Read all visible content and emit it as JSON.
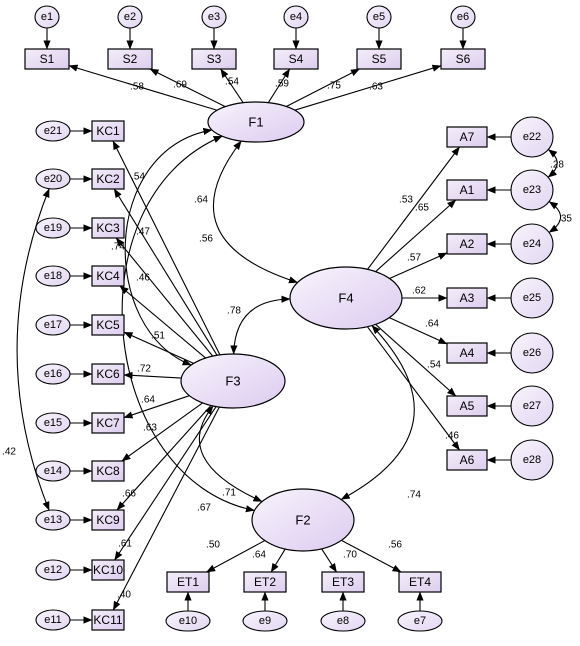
{
  "observed": [
    {
      "id": "S1",
      "label": "S1"
    },
    {
      "id": "S2",
      "label": "S2"
    },
    {
      "id": "S3",
      "label": "S3"
    },
    {
      "id": "S4",
      "label": "S4"
    },
    {
      "id": "S5",
      "label": "S5"
    },
    {
      "id": "S6",
      "label": "S6"
    },
    {
      "id": "KC1",
      "label": "KC1"
    },
    {
      "id": "KC2",
      "label": "KC2"
    },
    {
      "id": "KC3",
      "label": "KC3"
    },
    {
      "id": "KC4",
      "label": "KC4"
    },
    {
      "id": "KC5",
      "label": "KC5"
    },
    {
      "id": "KC6",
      "label": "KC6"
    },
    {
      "id": "KC7",
      "label": "KC7"
    },
    {
      "id": "KC8",
      "label": "KC8"
    },
    {
      "id": "KC9",
      "label": "KC9"
    },
    {
      "id": "KC10",
      "label": "KC10"
    },
    {
      "id": "KC11",
      "label": "KC11"
    },
    {
      "id": "A7",
      "label": "A7"
    },
    {
      "id": "A1",
      "label": "A1"
    },
    {
      "id": "A2",
      "label": "A2"
    },
    {
      "id": "A3",
      "label": "A3"
    },
    {
      "id": "A4",
      "label": "A4"
    },
    {
      "id": "A5",
      "label": "A5"
    },
    {
      "id": "A6",
      "label": "A6"
    },
    {
      "id": "ET1",
      "label": "ET1"
    },
    {
      "id": "ET2",
      "label": "ET2"
    },
    {
      "id": "ET3",
      "label": "ET3"
    },
    {
      "id": "ET4",
      "label": "ET4"
    }
  ],
  "latents": [
    {
      "id": "F1",
      "label": "F1"
    },
    {
      "id": "F2",
      "label": "F2"
    },
    {
      "id": "F3",
      "label": "F3"
    },
    {
      "id": "F4",
      "label": "F4"
    }
  ],
  "errors": [
    {
      "id": "e1",
      "label": "e1"
    },
    {
      "id": "e2",
      "label": "e2"
    },
    {
      "id": "e3",
      "label": "e3"
    },
    {
      "id": "e4",
      "label": "e4"
    },
    {
      "id": "e5",
      "label": "e5"
    },
    {
      "id": "e6",
      "label": "e6"
    },
    {
      "id": "e21",
      "label": "e21"
    },
    {
      "id": "e20",
      "label": "e20"
    },
    {
      "id": "e19",
      "label": "e19"
    },
    {
      "id": "e18",
      "label": "e18"
    },
    {
      "id": "e17",
      "label": "e17"
    },
    {
      "id": "e16",
      "label": "e16"
    },
    {
      "id": "e15",
      "label": "e15"
    },
    {
      "id": "e14",
      "label": "e14"
    },
    {
      "id": "e13",
      "label": "e13"
    },
    {
      "id": "e12",
      "label": "e12"
    },
    {
      "id": "e11",
      "label": "e11"
    },
    {
      "id": "e22",
      "label": "e22"
    },
    {
      "id": "e23",
      "label": "e23"
    },
    {
      "id": "e24",
      "label": "e24"
    },
    {
      "id": "e25",
      "label": "e25"
    },
    {
      "id": "e26",
      "label": "e26"
    },
    {
      "id": "e27",
      "label": "e27"
    },
    {
      "id": "e28",
      "label": "e28"
    },
    {
      "id": "e10",
      "label": "e10"
    },
    {
      "id": "e9",
      "label": "e9"
    },
    {
      "id": "e8",
      "label": "e8"
    },
    {
      "id": "e7",
      "label": "e7"
    }
  ],
  "paths": [
    {
      "from": "F1",
      "to": "S1",
      "label": ".58"
    },
    {
      "from": "F1",
      "to": "S2",
      "label": ".69"
    },
    {
      "from": "F1",
      "to": "S3",
      "label": ".54"
    },
    {
      "from": "F1",
      "to": "S4",
      "label": ".59"
    },
    {
      "from": "F1",
      "to": "S5",
      "label": ".75"
    },
    {
      "from": "F1",
      "to": "S6",
      "label": ".63"
    },
    {
      "from": "F3",
      "to": "KC1",
      "label": ".56"
    },
    {
      "from": "F3",
      "to": "KC2",
      "label": ".54"
    },
    {
      "from": "F3",
      "to": "KC3",
      "label": ".47"
    },
    {
      "from": "F3",
      "to": "KC4",
      "label": ".46"
    },
    {
      "from": "F3",
      "to": "KC5",
      "label": ".51"
    },
    {
      "from": "F3",
      "to": "KC6",
      "label": ".72"
    },
    {
      "from": "F3",
      "to": "KC7",
      "label": ".64"
    },
    {
      "from": "F3",
      "to": "KC8",
      "label": ".63"
    },
    {
      "from": "F3",
      "to": "KC9",
      "label": ".66"
    },
    {
      "from": "F3",
      "to": "KC10",
      "label": ".61"
    },
    {
      "from": "F3",
      "to": "KC11",
      "label": ".40"
    },
    {
      "from": "F4",
      "to": "A7",
      "label": ".53"
    },
    {
      "from": "F4",
      "to": "A1",
      "label": ".65"
    },
    {
      "from": "F4",
      "to": "A2",
      "label": ".57"
    },
    {
      "from": "F4",
      "to": "A3",
      "label": ".62"
    },
    {
      "from": "F4",
      "to": "A4",
      "label": ".64"
    },
    {
      "from": "F4",
      "to": "A5",
      "label": ".54"
    },
    {
      "from": "F4",
      "to": "A6",
      "label": ".46"
    },
    {
      "from": "F2",
      "to": "ET1",
      "label": ".50"
    },
    {
      "from": "F2",
      "to": "ET2",
      "label": ".64"
    },
    {
      "from": "F2",
      "to": "ET3",
      "label": ".70"
    },
    {
      "from": "F2",
      "to": "ET4",
      "label": ".56"
    }
  ],
  "correlations": [
    {
      "a": "F1",
      "b": "F4",
      "label": ".64"
    },
    {
      "a": "F3",
      "b": "F4",
      "label": ".78"
    },
    {
      "a": "F3",
      "b": "F2",
      "label": ".67"
    },
    {
      "a": "F4",
      "b": "F2",
      "label": ".74"
    },
    {
      "a": "F1",
      "b": "F3",
      "label": ".74"
    },
    {
      "a": "F1",
      "b": "F2",
      "label": ".71"
    },
    {
      "a": "e22",
      "b": "e23",
      "label": ".28"
    },
    {
      "a": "e23",
      "b": "e24",
      "label": ".35"
    },
    {
      "a": "e20",
      "b": "e13",
      "label": ".42"
    }
  ]
}
